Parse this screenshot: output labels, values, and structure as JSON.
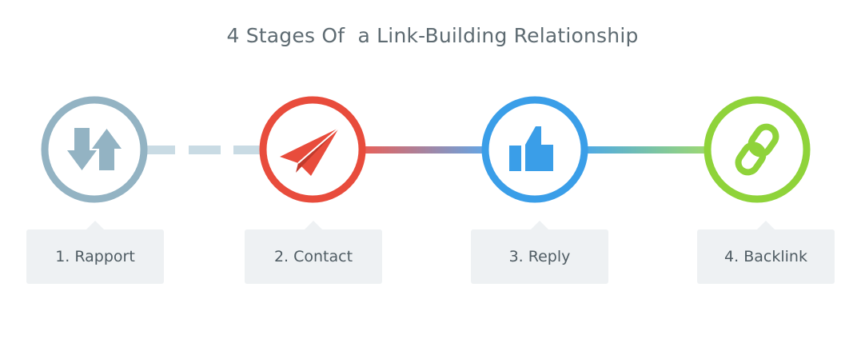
{
  "title": "4 Stages Of  a Link-Building Relationship",
  "stages": [
    {
      "label": "1. Rapport",
      "icon": "swap-arrows-icon",
      "color": "#93b3c3"
    },
    {
      "label": "2. Contact",
      "icon": "paper-plane-icon",
      "color": "#e84c3c"
    },
    {
      "label": "3. Reply",
      "icon": "thumbs-up-icon",
      "color": "#3a9ee8"
    },
    {
      "label": "4. Backlink",
      "icon": "chain-link-icon",
      "color": "#8fd33a"
    }
  ],
  "connectors": [
    {
      "style": "dashed",
      "color": "#c9dbe4"
    },
    {
      "style": "gradient",
      "from": "#e8615a",
      "to": "#64a6e5"
    },
    {
      "style": "gradient",
      "from": "#4ea9e6",
      "to": "#9dd872"
    }
  ]
}
